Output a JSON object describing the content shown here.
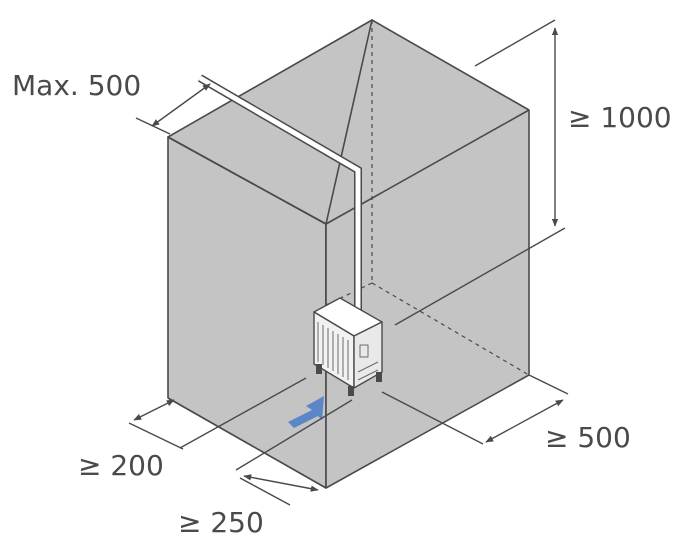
{
  "labels": {
    "max_pipe": "Max. 500",
    "top_clearance": "≥ 1000",
    "right_clearance": "≥ 500",
    "side_clearance": "≥ 200",
    "rear_clearance": "≥ 250"
  },
  "colors": {
    "wall_fill": "#c4c4c4",
    "line": "#4a4a4a",
    "pipe": "#ffffff",
    "airflow_arrow": "#5b86c8",
    "unit_body": "#f2f2f2"
  },
  "icons": {
    "airflow": "airflow-arrow-icon",
    "outdoor_unit": "heat-pump-unit-icon"
  }
}
